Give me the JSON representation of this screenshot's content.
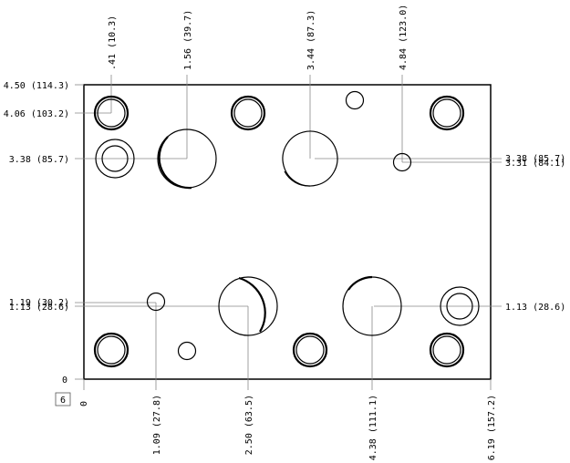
{
  "view_tag": "6",
  "origin_y": "0",
  "origin_x": "0",
  "left_dims": [
    "4.50 (114.3)",
    "4.06 (103.2)",
    "3.38 (85.7)",
    "1.19 (30.2)",
    "1.13 (28.6)"
  ],
  "right_dims": [
    "3.38 (85.7)",
    "3.31 (84.1)",
    "1.13 (28.6)"
  ],
  "top_dims": [
    ".41 (10.3)",
    "1.56 (39.7)",
    "3.44 (87.3)",
    "4.84 (123.0)"
  ],
  "bottom_dims": [
    "1.09 (27.8)",
    "2.50 (63.5)",
    "4.38 (111.1)",
    "6.19 (157.2)"
  ]
}
